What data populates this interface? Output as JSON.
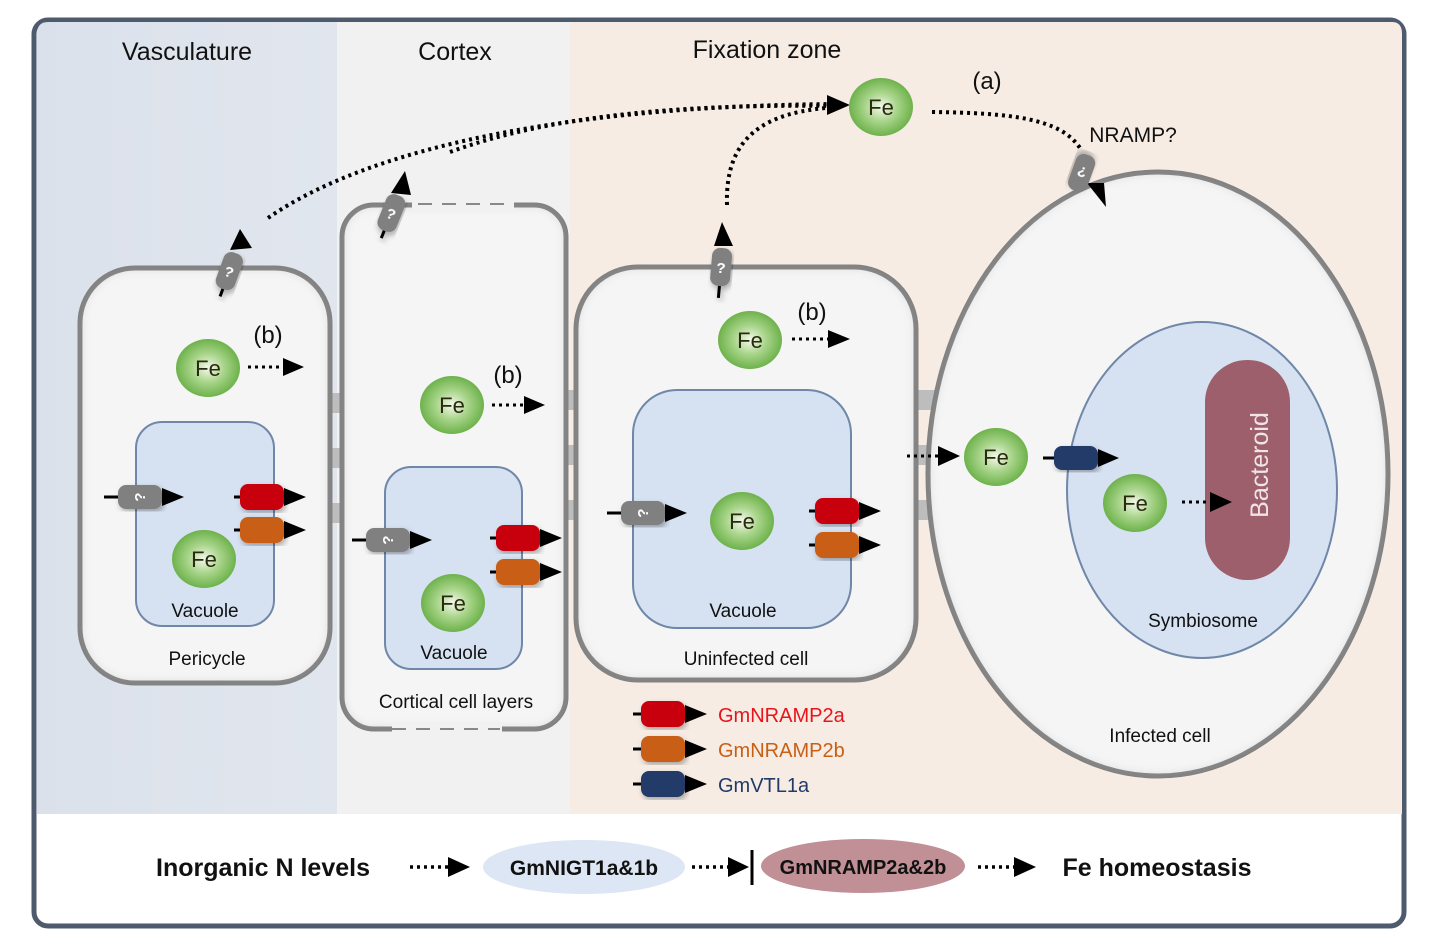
{
  "regions": {
    "vasculature": "Vasculature",
    "cortex": "Cortex",
    "fixation_zone": "Fixation zone"
  },
  "iron_label": "Fe",
  "unknown_transporter_symbol": "?",
  "annotations": {
    "a": "(a)",
    "b": "(b)",
    "nramp_question": "NRAMP?"
  },
  "cells": {
    "pericycle": "Pericycle",
    "cortical": "Cortical cell layers",
    "uninfected": "Uninfected cell",
    "infected": "Infected cell"
  },
  "organelles": {
    "vacuole": "Vacuole",
    "symbiosome": "Symbiosome",
    "bacteroid": "Bacteroid"
  },
  "legend": [
    {
      "label": "GmNRAMP2a",
      "color": "#c8000a"
    },
    {
      "label": "GmNRAMP2b",
      "color": "#c95f14"
    },
    {
      "label": "GmVTL1a",
      "color": "#213a68"
    }
  ],
  "pathway": {
    "start": "Inorganic N levels",
    "node1": "GmNIGT1a&1b",
    "node2": "GmNRAMP2a&2b",
    "end": "Fe homeostasis"
  },
  "colors": {
    "vasculature_bg": "#dde3ec",
    "cortex_bg": "#f1f1f2",
    "fixation_bg": "#f6ece4",
    "vacuole_fill": "#d6e1f1",
    "fe_green": "#6db248",
    "bacteroid": "#9e5f6c",
    "node1_fill": "#dde6f4",
    "node2_fill": "#c09096",
    "frame": "#4e5b6d"
  }
}
